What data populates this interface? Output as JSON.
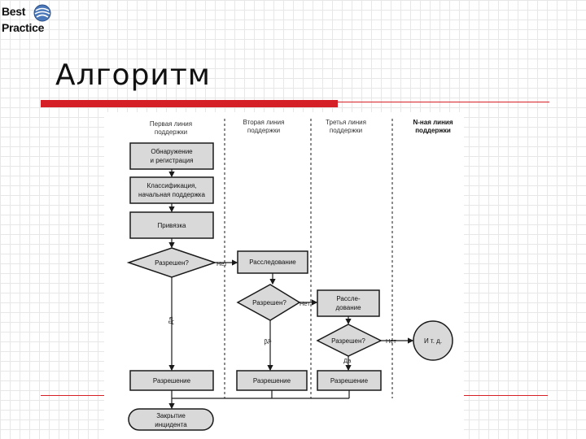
{
  "slide": {
    "logo": {
      "line1": "Best",
      "line2": "Practice"
    },
    "title": "Алгоритм"
  },
  "colors": {
    "accent_red": "#d62027",
    "box_fill": "#d9d9d9",
    "stroke": "#1a1a1a"
  },
  "diagram": {
    "lanes": [
      {
        "line1": "Первая линия",
        "line2": "поддержки"
      },
      {
        "line1": "Вторая линия",
        "line2": "поддержки"
      },
      {
        "line1": "Третья линия",
        "line2": "поддержки"
      },
      {
        "line1": "N-ная линия",
        "line2": "поддержки"
      }
    ],
    "boxes": {
      "detect": {
        "line1": "Обнаружение",
        "line2": "и регистрация"
      },
      "classify": {
        "line1": "Классификация,",
        "line2": "начальная поддержка"
      },
      "bind": "Привязка",
      "investigate2": "Расследование",
      "investigate3": {
        "line1": "Рассле-",
        "line2": "дование"
      },
      "resolve1": "Разрешение",
      "resolve2": "Разрешение",
      "resolve3": "Разрешение"
    },
    "decisions": {
      "d1": "Разрешен?",
      "d2": "Разрешен?",
      "d3": "Разрешен?"
    },
    "labels": {
      "no1": "Нет",
      "no2": "Нет",
      "no3": "Нет",
      "yes1": "Да",
      "yes2": "Да",
      "yes3": "Да"
    },
    "circle": "И т. д.",
    "terminal": {
      "line1": "Закрытие",
      "line2": "инцидента"
    }
  }
}
